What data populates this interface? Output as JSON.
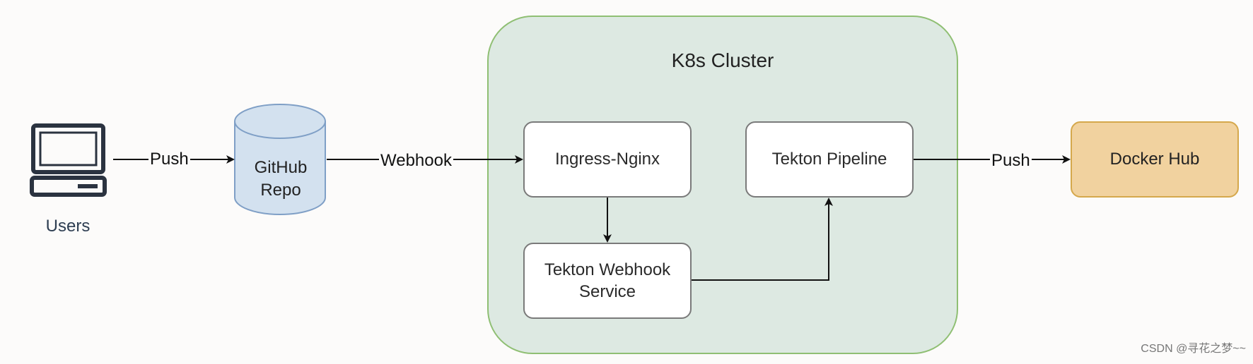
{
  "cluster": {
    "title": "K8s Cluster"
  },
  "users": {
    "label": "Users"
  },
  "github": {
    "line1": "GitHub",
    "line2": "Repo"
  },
  "nodes": {
    "ingress": "Ingress-Nginx",
    "webhook_service_line1": "Tekton Webhook",
    "webhook_service_line2": "Service",
    "pipeline": "Tekton Pipeline",
    "docker_hub": "Docker Hub"
  },
  "edges": {
    "users_to_github": "Push",
    "github_to_ingress": "Webhook",
    "pipeline_to_docker": "Push"
  },
  "colors": {
    "cluster_fill": "#dde9e2",
    "cluster_border": "#8fbf73",
    "repo_fill": "#d3e1ef",
    "repo_border": "#7f9fc6",
    "docker_fill": "#f1d29f",
    "docker_border": "#d5a84c"
  },
  "icons": {
    "users": "computer-terminal-icon",
    "repo": "database-cylinder-icon"
  },
  "watermark": "CSDN @寻花之梦~~"
}
